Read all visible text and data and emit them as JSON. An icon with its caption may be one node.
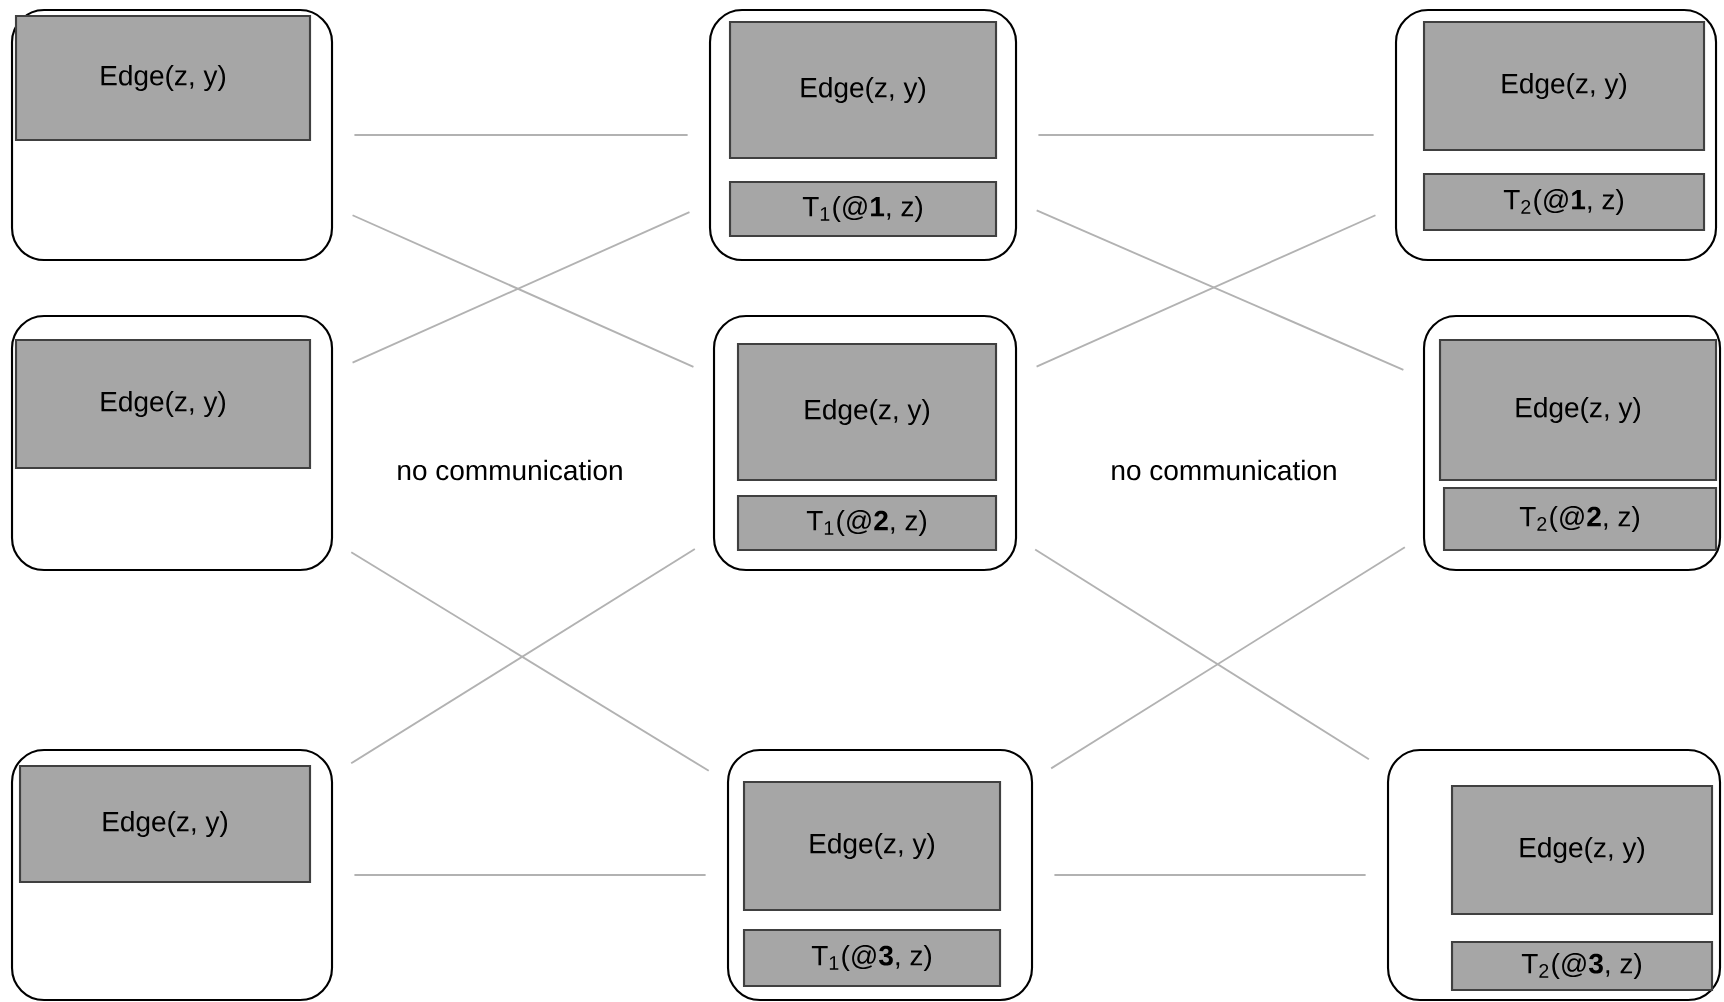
{
  "diagram": {
    "nodes": [
      {
        "text": [],
        "shape": "box"
      },
      {
        "text": [
          "Edge(z, y)"
        ],
        "in": 0
      },
      {
        "text": [],
        "shape": "box"
      },
      {
        "text": [
          "Edge(z, y)"
        ],
        "in": 2
      },
      {
        "text": [
          "T$_{1}$(@**1**, z)"
        ],
        "in": 2
      },
      {
        "text": [],
        "shape": "box"
      },
      {
        "text": [
          "Edge(z, y)"
        ],
        "in": 5
      },
      {
        "text": [
          "T$_{2}$(@**1**, z)"
        ],
        "in": 5
      },
      {
        "text": [],
        "shape": "box"
      },
      {
        "text": [
          "Edge(z, y)"
        ],
        "in": 8
      },
      {
        "text": [],
        "shape": "box"
      },
      {
        "text": [
          "Edge(z, y)"
        ],
        "in": 10
      },
      {
        "text": [
          "T$_{1}$(@**2**, z)"
        ],
        "in": 10
      },
      {
        "text": [],
        "shape": "box"
      },
      {
        "text": [
          "Edge(z, y)"
        ],
        "in": 13
      },
      {
        "text": [
          "T$_{2}$(@**2**, z)"
        ],
        "in": 13
      },
      {
        "text": [],
        "shape": "box"
      },
      {
        "text": [
          "Edge(z, y)"
        ],
        "in": 16
      },
      {
        "text": [],
        "shape": "box"
      },
      {
        "text": [
          "Edge(z, y)"
        ],
        "in": 18
      },
      {
        "text": [
          "T$_{1}$(@**3**, z)"
        ],
        "in": 18
      },
      {
        "text": [],
        "shape": "box"
      },
      {
        "text": [
          "Edge(z, y)"
        ],
        "in": 21
      },
      {
        "text": [
          "T$_{2}$(@**3**, z)"
        ],
        "in": 21
      }
    ],
    "edges": [
      {
        "from": 0,
        "to": 2,
        "arrow": "none"
      },
      {
        "from": 0,
        "to": 10,
        "arrow": "none"
      },
      {
        "from": 8,
        "to": 2,
        "arrow": "none"
      },
      {
        "from": 8,
        "to": 18,
        "arrow": "none"
      },
      {
        "from": 16,
        "to": 10,
        "arrow": "none"
      },
      {
        "from": 16,
        "to": 18,
        "arrow": "none"
      },
      {
        "from": 2,
        "to": 5,
        "arrow": "none"
      },
      {
        "from": 2,
        "to": 13,
        "arrow": "none"
      },
      {
        "from": 10,
        "to": 5,
        "arrow": "none"
      },
      {
        "from": 10,
        "to": 21,
        "arrow": "none"
      },
      {
        "from": 18,
        "to": 13,
        "arrow": "none"
      },
      {
        "from": 18,
        "to": 21,
        "arrow": "none"
      }
    ],
    "labels": [
      "no communication",
      "no communication"
    ]
  }
}
